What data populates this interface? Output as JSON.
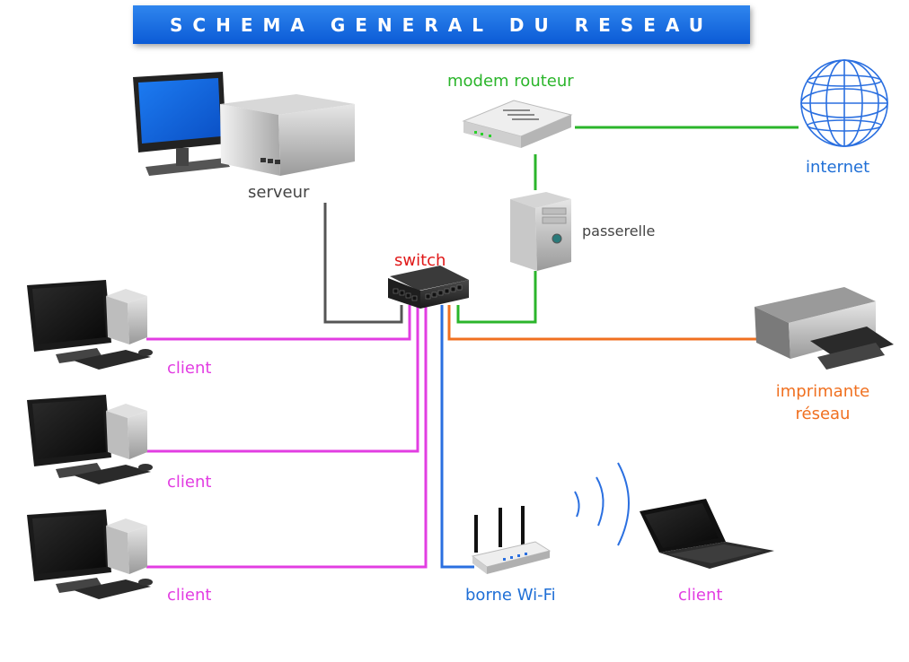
{
  "title": "SCHEMA GENERAL DU RESEAU",
  "colors": {
    "banner": "#1a6ee6",
    "internet_link": "#2bb52b",
    "server_link": "#555555",
    "client_link": "#e23de2",
    "wifi_link": "#2a6fe0",
    "printer_link": "#f07020",
    "switch_label": "#e01818"
  },
  "nodes": {
    "modem": {
      "label": "modem routeur",
      "color": "#2bb52b"
    },
    "internet": {
      "label": "internet",
      "color": "#1f6fd6"
    },
    "server": {
      "label": "serveur",
      "color": "#444444"
    },
    "gateway": {
      "label": "passerelle",
      "color": "#444444"
    },
    "switch": {
      "label": "switch",
      "color": "#e01818"
    },
    "client1": {
      "label": "client",
      "color": "#e23de2"
    },
    "client2": {
      "label": "client",
      "color": "#e23de2"
    },
    "client3": {
      "label": "client",
      "color": "#e23de2"
    },
    "printer": {
      "label_line1": "imprimante",
      "label_line2": "réseau",
      "color": "#f07020"
    },
    "wifi": {
      "label": "borne Wi-Fi",
      "color": "#1f6fd6"
    },
    "laptop_client": {
      "label": "client",
      "color": "#e23de2"
    }
  },
  "icons": [
    "monitor-icon",
    "server-box-icon",
    "modem-router-icon",
    "globe-icon",
    "tower-pc-icon",
    "network-switch-icon",
    "desktop-pc-icon",
    "printer-icon",
    "wifi-access-point-icon",
    "wifi-waves-icon",
    "laptop-icon"
  ]
}
